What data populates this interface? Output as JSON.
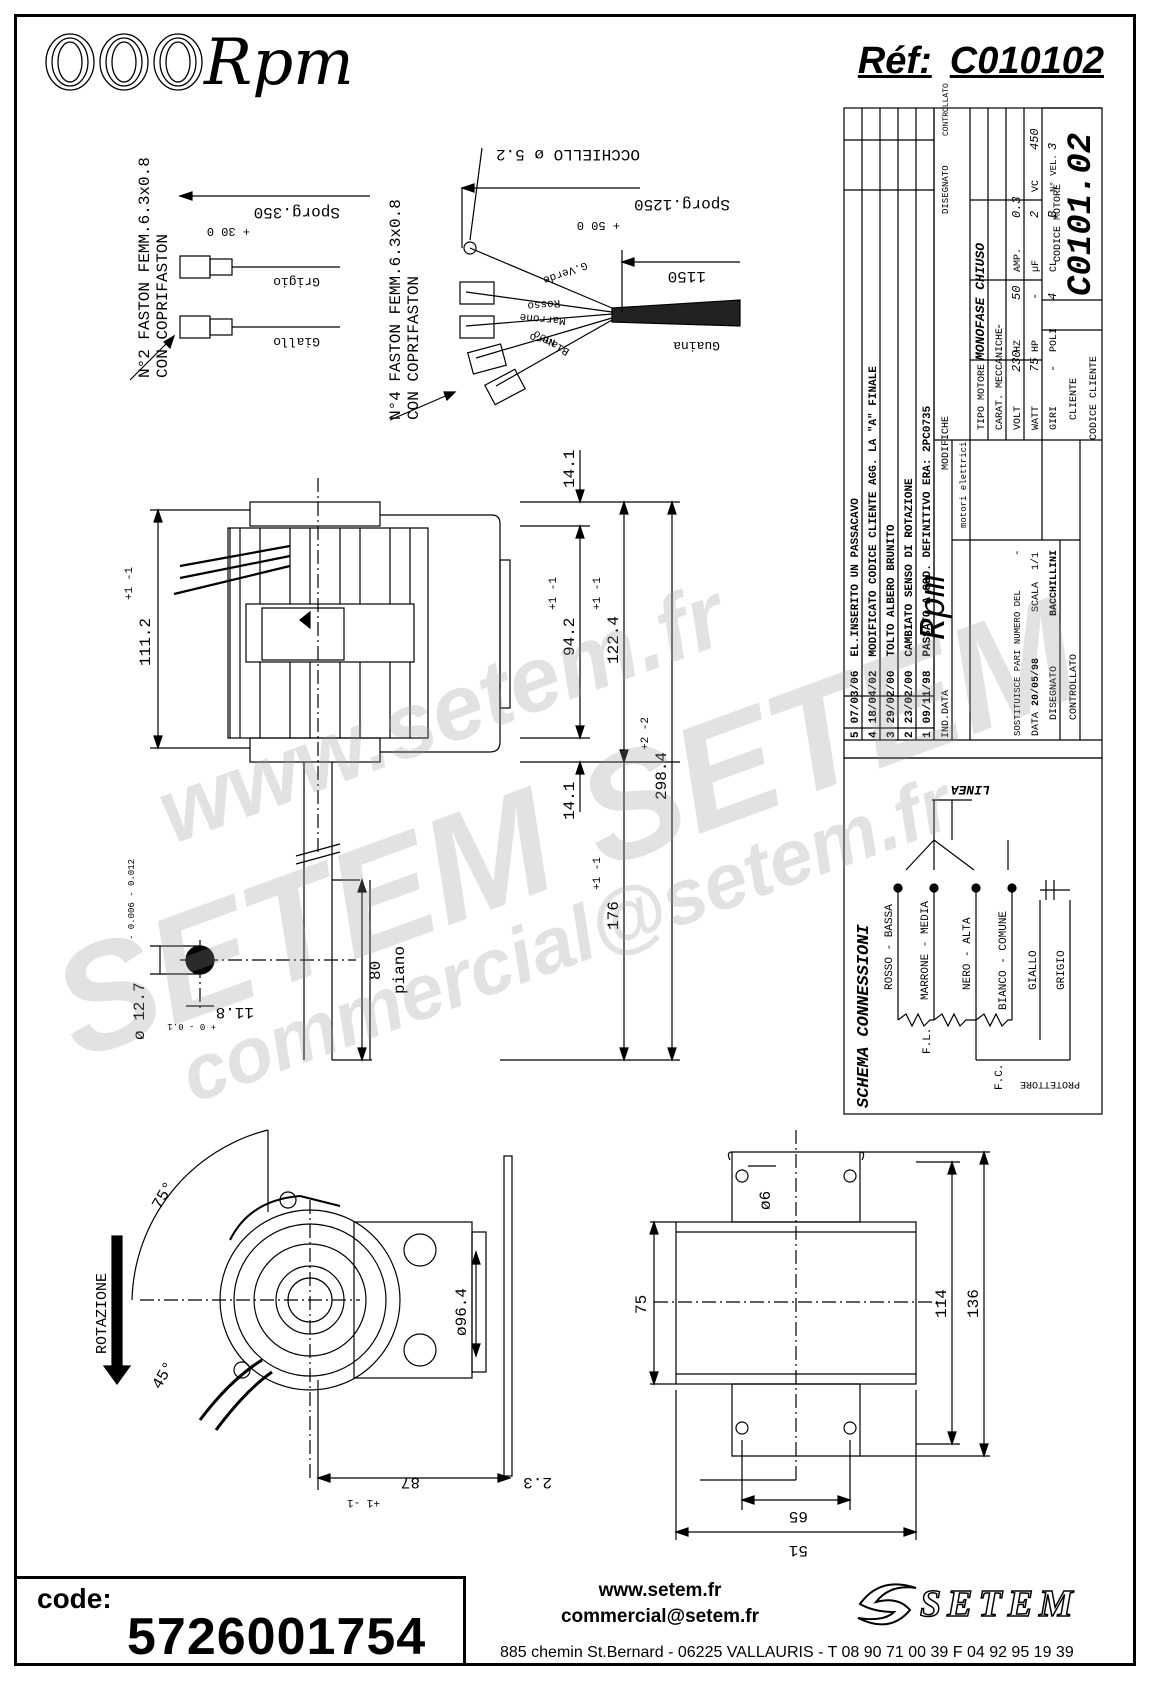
{
  "brand": {
    "name": "Rpm"
  },
  "reference": {
    "label": "Réf:",
    "value": "C010102"
  },
  "wiring": {
    "faston2": "N°2 FASTON FEMM.6.3x0.8",
    "faston2_sub": "CON COPRIFASTON",
    "sporg350": "Sporg.350 ",
    "sporg350_tol": "+ 30  0",
    "grigio": "Grigio",
    "giallo": "Giallo",
    "faston4": "N°4 FASTON FEMM.6.3x0.8",
    "faston4_sub": "CON COPRIFASTON",
    "occhiello": "OCCHIELLO ø 5.2",
    "sporg1250": "Sporg.1250 ",
    "sporg1250_tol": "+ 50  0",
    "len1150": "1150",
    "gverde": "G.Verde",
    "rosso": "Rosso",
    "marrone": "Marrone",
    "nero": "Nero",
    "bianco": "Bianco",
    "guaina": "Guaina"
  },
  "dims": {
    "d111": "111.2",
    "d111_tol": "+1 -1",
    "d14a": "14.1",
    "d14b": "14.1",
    "d94": "94.2",
    "d94_tol": "+1 -1",
    "d122": "122.4",
    "d122_tol": "+1 -1",
    "d298": "298.4",
    "d298_tol": "+2 -2",
    "d176": "176",
    "d176_tol": "+1 -1",
    "d80": "80",
    "piano": "piano",
    "shaft_d": "ø 12.7",
    "shaft_tol": "- 0.006  - 0.012",
    "shaft_flat": "11.8",
    "shaft_flat_tol": "+ 0  - 0.1",
    "ang75": "75°",
    "ang45": "45°",
    "rotazione": "ROTAZIONE",
    "d96": "ø96.4",
    "d87": "87",
    "d87_tol": "+1 -1",
    "d2_3": "2.3",
    "d6": "ø6",
    "d75": "75",
    "d114": "114",
    "d136": "136",
    "d65": "65",
    "d51": "51",
    "eq": "="
  },
  "title_block": {
    "revisions": [
      {
        "n": "5",
        "date": "07/03/06",
        "text": "EL.INSERITO UN PASSACAVO"
      },
      {
        "n": "4",
        "date": "18/04/02",
        "text": "MODIFICATO CODICE CLIENTE  AGG. LA  \"A\" FINALE"
      },
      {
        "n": "3",
        "date": "29/02/00",
        "text": "TOLTO ALBERO BRUNITO"
      },
      {
        "n": "2",
        "date": "23/02/00",
        "text": "CAMBIATO SENSO DI ROTAZIONE"
      },
      {
        "n": "1",
        "date": "09/11/98",
        "text": "PASSATO A COD. DEFINITIVO ERA: 2PC0735"
      }
    ],
    "rev_ind": "IND.",
    "rev_data": "DATA",
    "modifiche": "MODIFICHE",
    "disegnato": "DISEGNATO",
    "controllato": "CONTROLLATO",
    "rpm_sub": "motori elettrici",
    "tipo_motore_label": "TIPO MOTORE",
    "tipo_motore": "MONOFASE CHIUSO",
    "carat_label": "CARAT. MECCANICHE",
    "carat_value": "-",
    "volt": "VOLT",
    "volt_v": "230",
    "hz": "HZ",
    "hz_v": "50",
    "amp": "AMP.",
    "amp_v": "0.3",
    "watt": "WATT",
    "watt_v": "75",
    "hp": "HP",
    "hp_v": "-",
    "uf": "µF",
    "uf_v": "2",
    "vc": "VC",
    "vc_v": "450",
    "giri": "GIRI",
    "giri_v": "-",
    "poli": "POLI",
    "poli_v": "4",
    "cl": "CL.",
    "cl_v": "B",
    "nvel": "N° VEL.",
    "nvel_v": "3",
    "sostituisce": "SOSTITUISCE PARI NUMERO DEL",
    "sostituisce_v": "-",
    "data": "DATA",
    "data_v": "20/05/98",
    "scala": "SCALA",
    "scala_v": "1/1",
    "disegnato2": "DISEGNATO",
    "disegnato_v": "BACCHILLINI",
    "controllato2": "CONTROLLATO",
    "cliente": "CLIENTE",
    "codice_cliente": "CODICE CLIENTE",
    "codice_motore": "CODICE MOTORE",
    "codice_motore_v": "C0101.02"
  },
  "schema": {
    "title": "SCHEMA CONNESSIONI",
    "linea": "LINEA",
    "rosso": "ROSSO - BASSA",
    "marrone": "MARRONE - MEDIA",
    "nero": "NERO - ALTA",
    "bianco": "BIANCO - COMUNE",
    "giallo": "GIALLO",
    "grigio": "GRIGIO",
    "fl": "F.L.",
    "fc": "F.C.",
    "protettore": "PROTETTORE"
  },
  "watermark": {
    "line1": "www.setem.fr",
    "line2": "SETEM  SETEM",
    "line3": "commercial@setem.fr"
  },
  "footer": {
    "code_label": "code:",
    "code_value": "5726001754",
    "web": "www.setem.fr",
    "email": "commercial@setem.fr",
    "address": "885 chemin St.Bernard  -  06225 VALLAURIS  -  T 08 90 71 00 39   F 04 92 95 19 39",
    "company": "SETEM"
  },
  "colors": {
    "ink": "#000000",
    "watermark": "#969696"
  }
}
